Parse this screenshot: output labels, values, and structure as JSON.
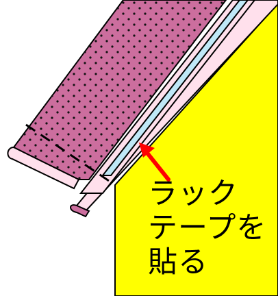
{
  "instruction": {
    "lines": [
      "ラック",
      "テープを",
      "貼る"
    ]
  },
  "colors": {
    "background_panel": "#ffff00",
    "fabric": "#cc6e9e",
    "fabric_dots": "#111111",
    "binding_pink": "#ffe0ec",
    "rack_tape": "#bfe8f7",
    "arrow": "#ff0000",
    "outline": "#000000"
  },
  "icons": {
    "arrow": "red-arrow-icon"
  }
}
